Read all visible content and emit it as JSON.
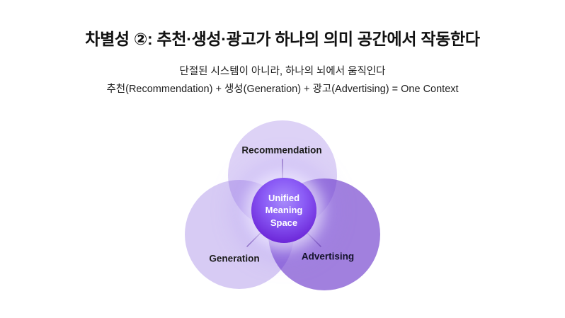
{
  "slide": {
    "title": "차별성 ②: 추천·생성·광고가 하나의 의미 공간에서 작동한다",
    "subtitle_line1": "단절된 시스템이 아니라, 하나의 뇌에서 움직인다",
    "subtitle_line2": "추천(Recommendation) + 생성(Generation) + 광고(Advertising) = One Context"
  },
  "venn": {
    "top_label": "Recommendation",
    "left_label": "Generation",
    "right_label": "Advertising",
    "center_label": "Unified\nMeaning\nSpace",
    "colors": {
      "light_circle": "#ddd2f6",
      "dark_circle": "#9e7cdd",
      "center_core": "#7c3aed",
      "center_edge": "#5b21b6",
      "glow": "#a78bfa",
      "text_dark": "#111111",
      "text_light": "#ffffff"
    }
  }
}
